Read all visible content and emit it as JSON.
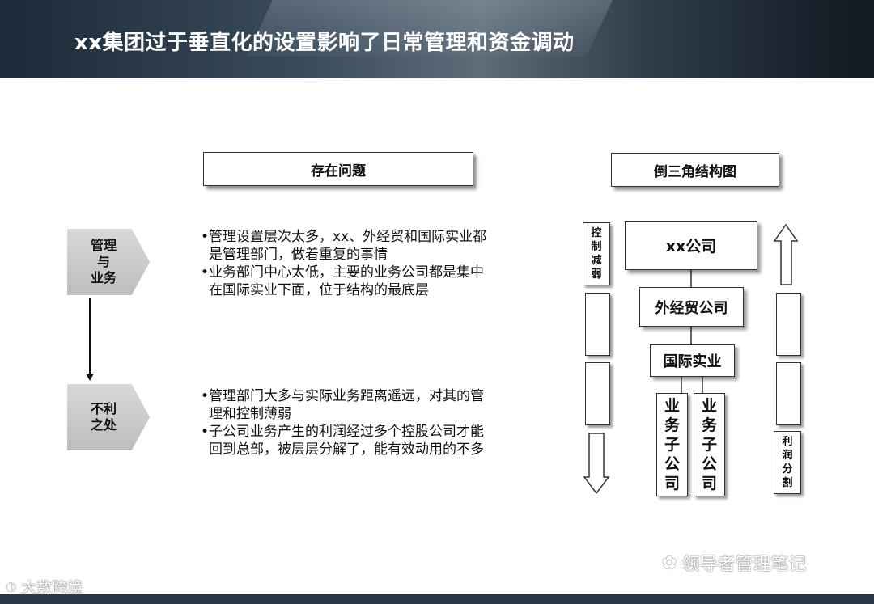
{
  "title": "xx集团过于垂直化的设置影响了日常管理和资金调动",
  "left_panel": {
    "header": "存在问题",
    "sections": [
      {
        "label": "管理\n与\n业务",
        "bullets": [
          "管理设置层次太多，xx、外经贸和国际实业都是管理部门，做着重复的事情",
          "业务部门中心太低，主要的业务公司都是集中在国际实业下面，位于结构的最底层"
        ]
      },
      {
        "label": "不利\n之处",
        "bullets": [
          "管理部门大多与实际业务距离遥远，对其的管理和控制薄弱",
          "子公司业务产生的利润经过多个控股公司才能回到总部，被层层分解了，能有效动用的不多"
        ]
      }
    ]
  },
  "right_panel": {
    "header": "倒三角结构图",
    "nodes": {
      "top": "xx公司",
      "second": "外经贸公司",
      "third": "国际实业",
      "subsidiaries": [
        "业\n务\n子\n公\n司",
        "业\n务\n子\n公\n司"
      ]
    },
    "left_label": "控\n制\n减\n弱",
    "right_label": "利\n润\n分\n割"
  },
  "watermarks": {
    "right": "领导者管理笔记",
    "left": "大数跨境"
  }
}
